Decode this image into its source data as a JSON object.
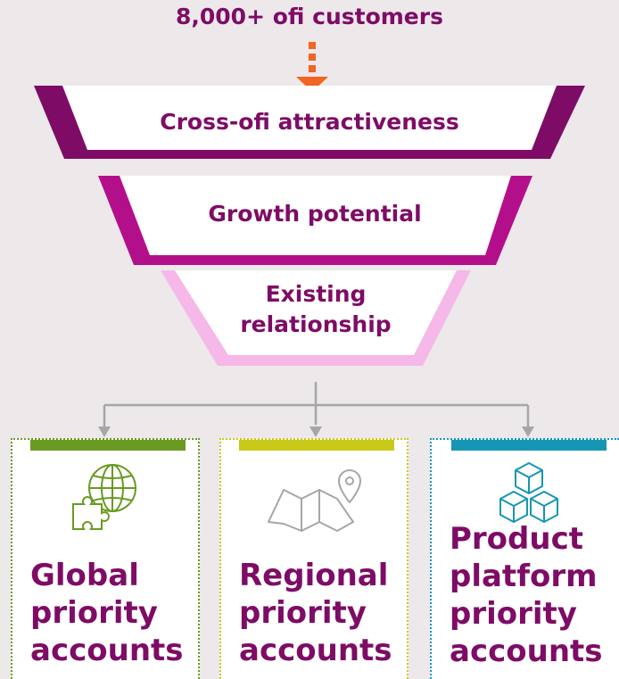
{
  "header": {
    "text": "8,000+ ofi customers"
  },
  "funnel": {
    "layers": [
      {
        "label": "Cross-ofi attractiveness",
        "color": "#7e0c66"
      },
      {
        "label": "Growth potential",
        "color": "#b40f8a"
      },
      {
        "label": "Existing relationship",
        "color": "#f5b8e8"
      }
    ],
    "arrow_color": "#f26522"
  },
  "cards": [
    {
      "label": "Global priority accounts",
      "accent": "#6a9a22",
      "icon": "globe-puzzle-icon"
    },
    {
      "label": "Regional priority accounts",
      "accent": "#c8c919",
      "icon": "map-pin-icon"
    },
    {
      "label": "Product platform priority accounts",
      "accent": "#1596b4",
      "icon": "cubes-icon"
    }
  ]
}
